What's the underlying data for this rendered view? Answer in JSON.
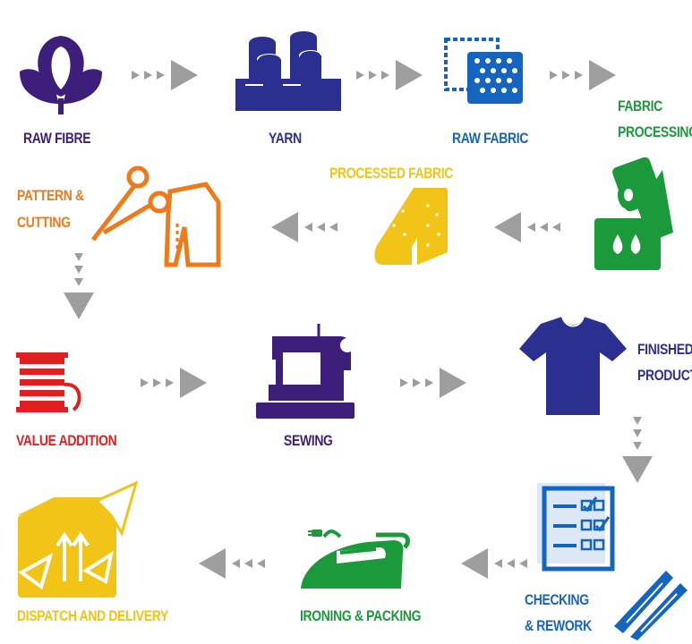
{
  "colors": {
    "purple": "#3d1e7a",
    "navy": "#2b2f8f",
    "blue": "#1565c0",
    "green": "#1a9a3a",
    "yellow": "#f2c418",
    "orange": "#f07a1a",
    "red": "#e02020",
    "arrow": "#9e9e9e"
  },
  "steps": {
    "raw_fibre": {
      "label": "RAW FIBRE",
      "icon": "cotton-flower-icon"
    },
    "yarn": {
      "label": "YARN",
      "icon": "yarn-spools-icon"
    },
    "raw_fabric": {
      "label": "RAW FABRIC",
      "icon": "raw-fabric-icon"
    },
    "fabric_processing": {
      "label_1": "FABRIC",
      "label_2": "PROCESSING",
      "icon": "fabric-roll-dye-icon"
    },
    "processed_fabric": {
      "label": "PROCESSED FABRIC",
      "icon": "folded-fabric-icon"
    },
    "pattern_cutting": {
      "label_1": "PATTERN &",
      "label_2": "CUTTING",
      "icon": "scissors-pattern-icon"
    },
    "value_addition": {
      "label": "VALUE ADDITION",
      "icon": "thread-spool-icon"
    },
    "sewing": {
      "label": "SEWING",
      "icon": "sewing-machine-icon"
    },
    "finished_product": {
      "label_1": "FINISHED",
      "label_2": "PRODUCT",
      "icon": "tshirt-icon"
    },
    "checking_rework": {
      "label_1": "CHECKING",
      "label_2": "& REWORK",
      "icon": "checklist-clipper-icon"
    },
    "ironing_packing": {
      "label": "IRONING & PACKING",
      "icon": "iron-icon"
    },
    "dispatch_delivery": {
      "label": "DISPATCH AND DELIVERY",
      "icon": "shipping-box-icon"
    }
  }
}
